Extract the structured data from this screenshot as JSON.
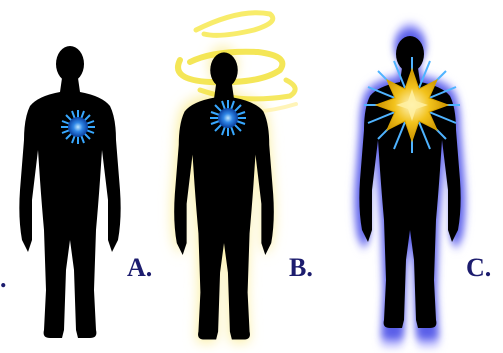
{
  "labels": {
    "a": "A.",
    "b": "B.",
    "c": "C.",
    "stray": "."
  },
  "colors": {
    "label": "#1c1c6e",
    "silhouette": "#000000",
    "heart_blue": "#1e6fd6",
    "heart_blue_light": "#4fb3ff",
    "halo_yellow": "#f2e23a",
    "glow_yellow": "#fff3b0",
    "aura_purple": "#3b3fd8",
    "aura_lavender": "#c9c8ff",
    "star_gold": "#f2c21b"
  },
  "figures": [
    {
      "id": "A",
      "description_icon": "human-silhouette-icon",
      "center_icon": "blue-star-burst-icon"
    },
    {
      "id": "B",
      "description_icon": "human-silhouette-icon",
      "center_icon": "blue-star-burst-icon",
      "effect": "yellow-halo-glow"
    },
    {
      "id": "C",
      "description_icon": "human-silhouette-icon",
      "center_icon": "gold-star-burst-icon",
      "effect": "purple-aura"
    }
  ]
}
